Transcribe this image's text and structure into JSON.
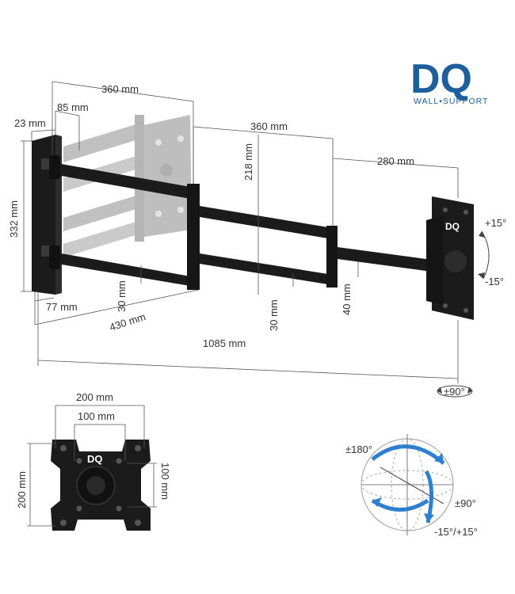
{
  "logo": {
    "brand": "DQ",
    "tagline": "WALL•SUPPORT",
    "color": "#1d5f9c"
  },
  "plate_logo": "DQ",
  "colors": {
    "metal": "#1b1b1b",
    "ghost": "#9a9a9a",
    "rotation_arrow": "#2f7fd0"
  },
  "dimensions": {
    "arm1_length": "360 mm",
    "arm_offset": "85 mm",
    "wall_plate_depth": "23 mm",
    "wall_plate_height": "332 mm",
    "arm2_length": "360 mm",
    "arm2_height": "218 mm",
    "arm3_length": "280 mm",
    "wall_plate_width": "77 mm",
    "arm1_thickness": "30 mm",
    "min_depth": "430 mm",
    "arm2_thickness": "30 mm",
    "arm3_thickness": "40 mm",
    "max_depth": "1085 mm",
    "tilt_up": "+15°",
    "tilt_down": "-15°",
    "swivel": "±90°"
  },
  "vesa_plate": {
    "width_outer": "200 mm",
    "width_inner": "100 mm",
    "height_outer": "200 mm",
    "height_inner": "100 mm"
  },
  "rotation": {
    "rotate": "±180°",
    "swivel": "±90°",
    "tilt": "-15°/+15°"
  }
}
